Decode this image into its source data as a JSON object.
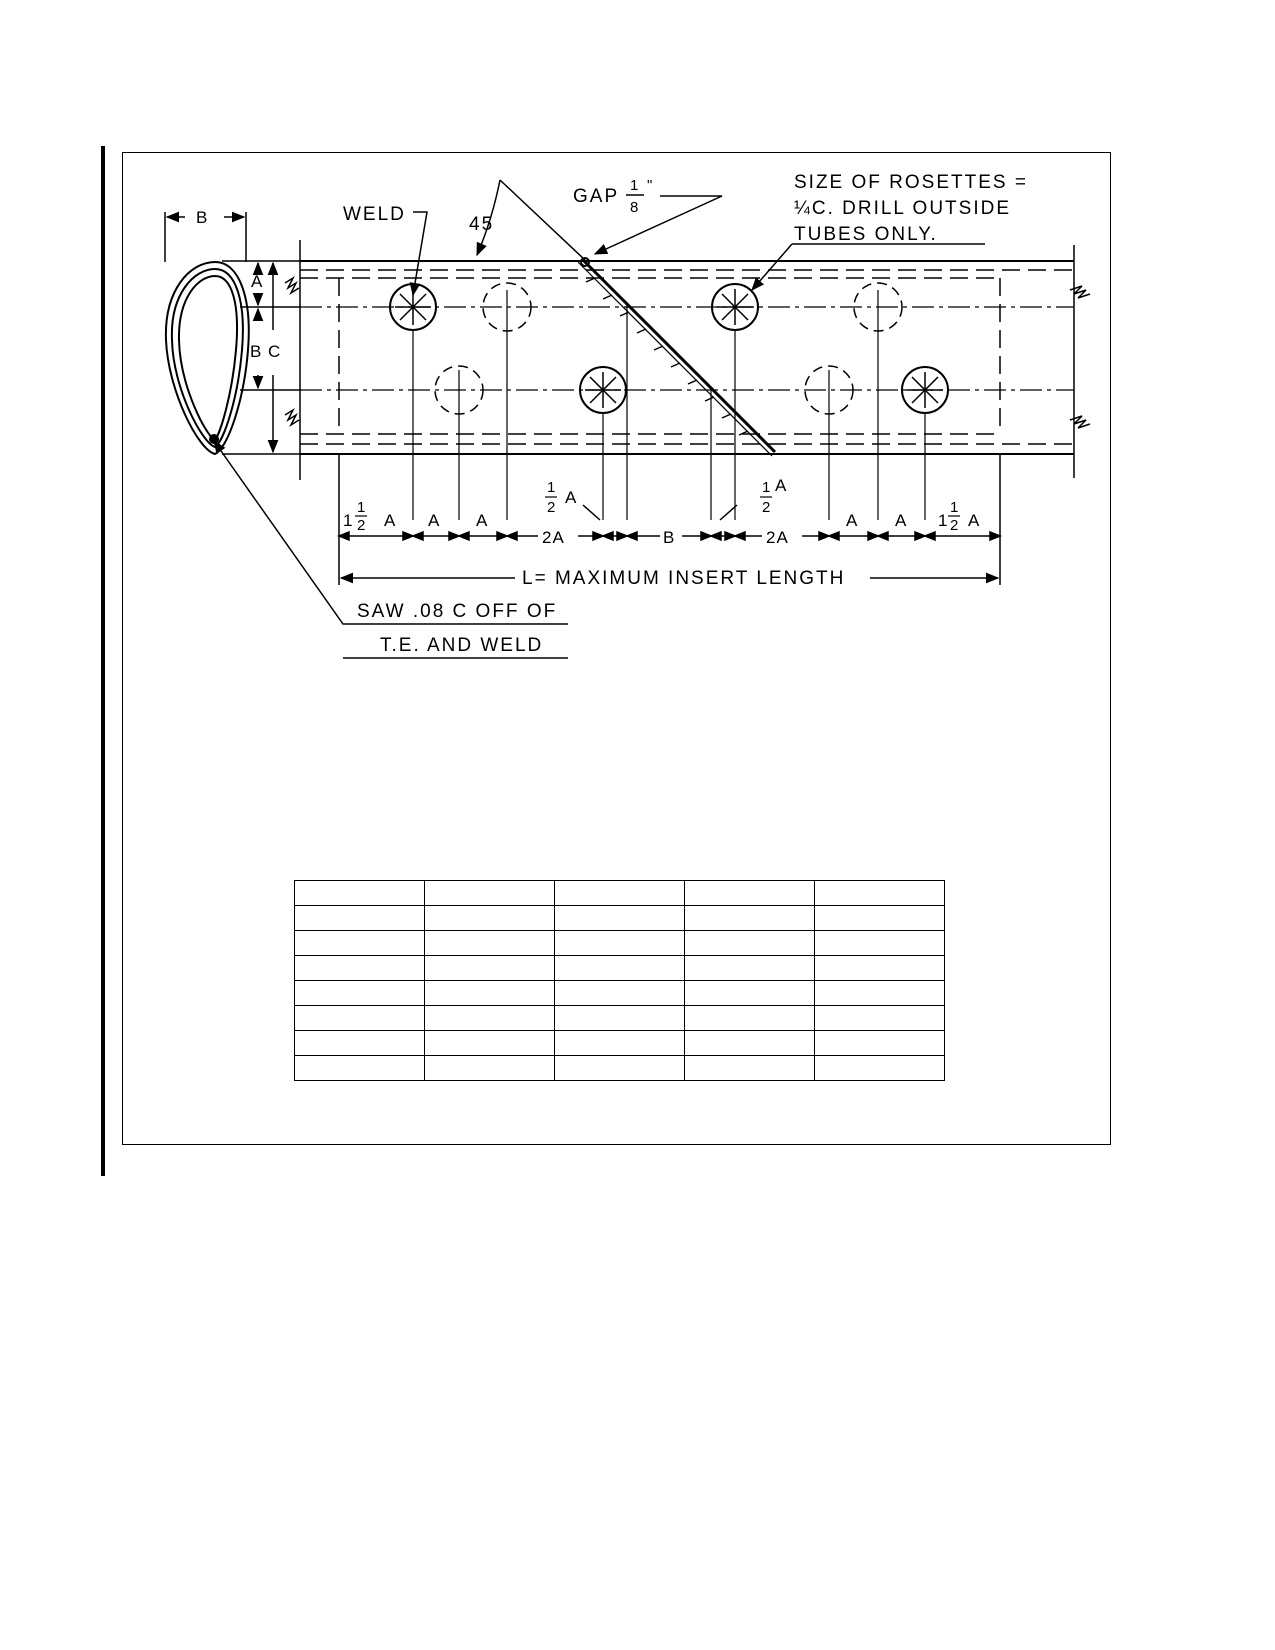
{
  "labels": {
    "weld": "WELD",
    "angle": "45",
    "gap": "GAP",
    "gap_num": "1",
    "gap_den": "8",
    "gap_unit": "\"",
    "rosettes_line1": "SIZE OF ROSETTES =",
    "rosettes_line2": "¼C. DRILL OUTSIDE",
    "rosettes_line3": "TUBES ONLY.",
    "dim_b_top": "B",
    "dim_a_left": "A",
    "dim_bc": "B C",
    "saw_line1": "SAW .08 C  OFF OF",
    "saw_line2": "T.E. AND WELD",
    "insert_length": "L= MAXIMUM INSERT LENGTH",
    "dims_top": [
      {
        "whole": "1",
        "num": "1",
        "den": "2",
        "sym": "A"
      },
      {
        "sym": "A"
      },
      {
        "sym": "A"
      },
      {
        "num": "1",
        "den": "2",
        "sym": "A"
      },
      {
        "num": "1",
        "den": "2",
        "sym": "A"
      },
      {
        "sym": "A"
      },
      {
        "sym": "A"
      },
      {
        "whole": "1",
        "num": "1",
        "den": "2",
        "sym": "A"
      }
    ],
    "dims_bottom": [
      "2A",
      "B",
      "2A"
    ]
  },
  "table": {
    "rows": 8,
    "cols": 5,
    "cells": []
  },
  "icons": [
    "rosette-icon",
    "dashed-hole-icon",
    "break-mark-icon",
    "arrow-icon"
  ]
}
